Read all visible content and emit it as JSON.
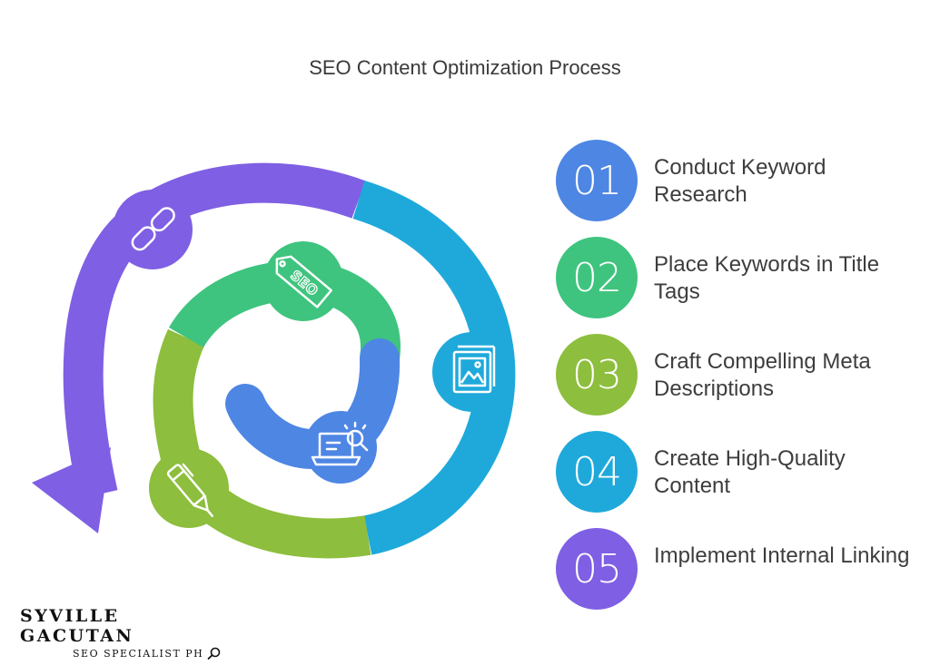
{
  "title": "SEO Content Optimization Process",
  "steps": [
    {
      "number": "01",
      "label": "Conduct Keyword Research",
      "color": "#4E86E4",
      "icon": "laptop-search-icon"
    },
    {
      "number": "02",
      "label": "Place Keywords in Title Tags",
      "color": "#3EC47E",
      "icon": "seo-tag-icon"
    },
    {
      "number": "03",
      "label": "Craft Compelling Meta Descriptions",
      "color": "#8DBE3D",
      "icon": "pen-icon"
    },
    {
      "number": "04",
      "label": "Create High-Quality Content",
      "color": "#1FA9DB",
      "icon": "image-book-icon"
    },
    {
      "number": "05",
      "label": "Implement Internal Linking",
      "color": "#7F5FE4",
      "icon": "link-icon"
    }
  ],
  "brand": {
    "name": "SYVILLE GACUTAN",
    "subtitle": "SEO SPECIALIST PH",
    "icon": "magnifier-icon"
  }
}
